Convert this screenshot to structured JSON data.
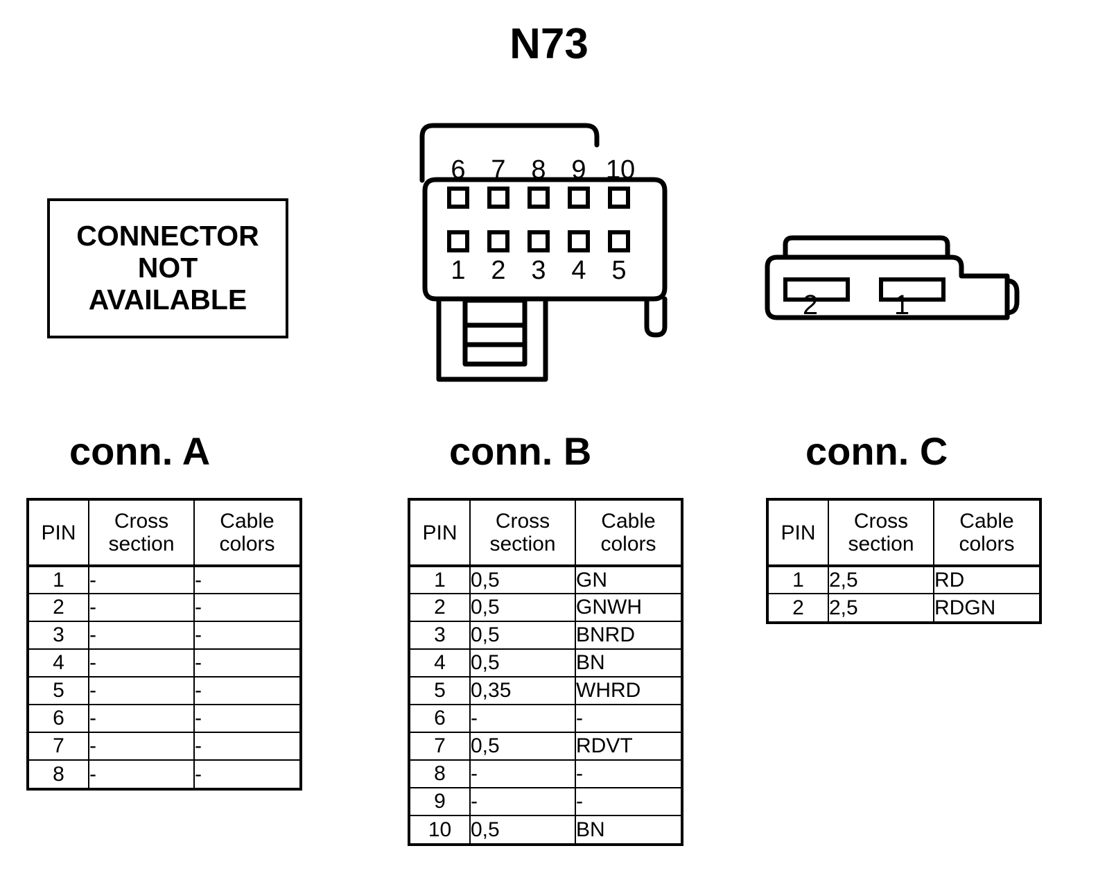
{
  "page": {
    "title": "N73"
  },
  "not_available_box": {
    "lines": [
      "CONNECTOR",
      "NOT",
      "AVAILABLE"
    ]
  },
  "drawings": {
    "connector_b": {
      "name": "10-pin-connector",
      "top_row_labels": [
        "6",
        "7",
        "8",
        "9",
        "10"
      ],
      "bottom_row_labels": [
        "1",
        "2",
        "3",
        "4",
        "5"
      ],
      "pin_count": 10
    },
    "connector_c": {
      "name": "2-pin-connector",
      "slot_labels": [
        "2",
        "1"
      ],
      "pin_count": 2
    }
  },
  "headers": {
    "pin": "PIN",
    "cross_line1": "Cross",
    "cross_line2": "section",
    "color_line1": "Cable",
    "color_line2": "colors"
  },
  "connectors": [
    {
      "id": "a",
      "title": "conn. A",
      "rows": [
        {
          "pin": "1",
          "cross": "-",
          "color": "-"
        },
        {
          "pin": "2",
          "cross": "-",
          "color": "-"
        },
        {
          "pin": "3",
          "cross": "-",
          "color": "-"
        },
        {
          "pin": "4",
          "cross": "-",
          "color": "-"
        },
        {
          "pin": "5",
          "cross": "-",
          "color": "-"
        },
        {
          "pin": "6",
          "cross": "-",
          "color": "-"
        },
        {
          "pin": "7",
          "cross": "-",
          "color": "-"
        },
        {
          "pin": "8",
          "cross": "-",
          "color": "-"
        }
      ]
    },
    {
      "id": "b",
      "title": "conn. B",
      "rows": [
        {
          "pin": "1",
          "cross": "0,5",
          "color": "GN"
        },
        {
          "pin": "2",
          "cross": "0,5",
          "color": "GNWH"
        },
        {
          "pin": "3",
          "cross": "0,5",
          "color": "BNRD"
        },
        {
          "pin": "4",
          "cross": "0,5",
          "color": "BN"
        },
        {
          "pin": "5",
          "cross": "0,35",
          "color": "WHRD"
        },
        {
          "pin": "6",
          "cross": "-",
          "color": "-"
        },
        {
          "pin": "7",
          "cross": "0,5",
          "color": "RDVT"
        },
        {
          "pin": "8",
          "cross": "-",
          "color": "-"
        },
        {
          "pin": "9",
          "cross": "-",
          "color": "-"
        },
        {
          "pin": "10",
          "cross": "0,5",
          "color": "BN"
        }
      ]
    },
    {
      "id": "c",
      "title": "conn. C",
      "rows": [
        {
          "pin": "1",
          "cross": "2,5",
          "color": "RD"
        },
        {
          "pin": "2",
          "cross": "2,5",
          "color": "RDGN"
        }
      ]
    }
  ],
  "colors": {
    "ink": "#000000",
    "paper": "#ffffff"
  }
}
